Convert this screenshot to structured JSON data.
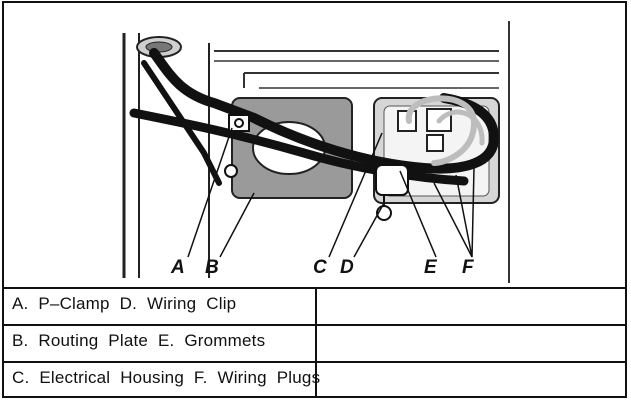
{
  "figure": {
    "callouts": [
      "A",
      "B",
      "C",
      "D",
      "E",
      "F"
    ]
  },
  "caption_rows": [
    "A. P–Clamp D. Wiring Clip",
    "B. Routing Plate E. Grommets",
    "C. Electrical Housing F. Wiring Plugs"
  ]
}
